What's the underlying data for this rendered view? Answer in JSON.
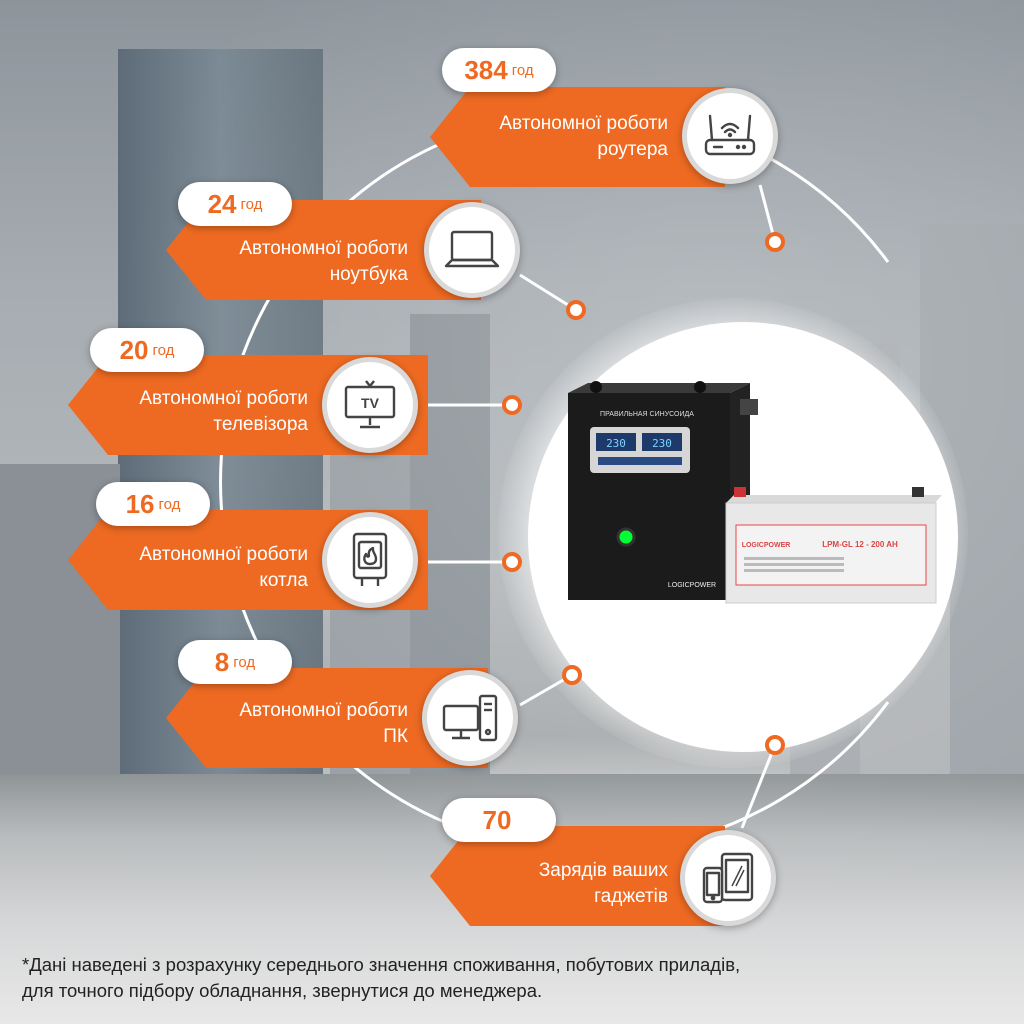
{
  "colors": {
    "accent": "#ee6a22",
    "white": "#ffffff"
  },
  "items": [
    {
      "value": "384",
      "unit": "год",
      "label_line1": "Автономної роботи",
      "label_line2": "роутера",
      "icon": "router-icon"
    },
    {
      "value": "24",
      "unit": "год",
      "label_line1": "Автономної роботи",
      "label_line2": "ноутбука",
      "icon": "laptop-icon"
    },
    {
      "value": "20",
      "unit": "год",
      "label_line1": "Автономної роботи",
      "label_line2": "телевізора",
      "icon": "tv-icon"
    },
    {
      "value": "16",
      "unit": "год",
      "label_line1": "Автономної роботи",
      "label_line2": "котла",
      "icon": "boiler-icon"
    },
    {
      "value": "8",
      "unit": "год",
      "label_line1": "Автономної роботи",
      "label_line2": "ПК",
      "icon": "pc-icon"
    },
    {
      "value": "70",
      "unit": "",
      "label_line1": "Зарядів ваших",
      "label_line2": "гаджетів",
      "icon": "gadgets-icon"
    }
  ],
  "icon_texts": {
    "tv": "TV"
  },
  "product": {
    "inverter_label": "ПРАВИЛЬНАЯ СИНУСОИДА",
    "inverter_display_left": "230",
    "inverter_display_right": "230",
    "inverter_brand": "LOGICPOWER",
    "battery_brand": "LOGICPOWER",
    "battery_model": "LPM-GL 12 - 200 AH"
  },
  "footnote": {
    "line1": "*Дані наведені з розрахунку середнього значення споживання, побутових приладів,",
    "line2": "для точного підбору обладнання, звернутися до менеджера."
  }
}
